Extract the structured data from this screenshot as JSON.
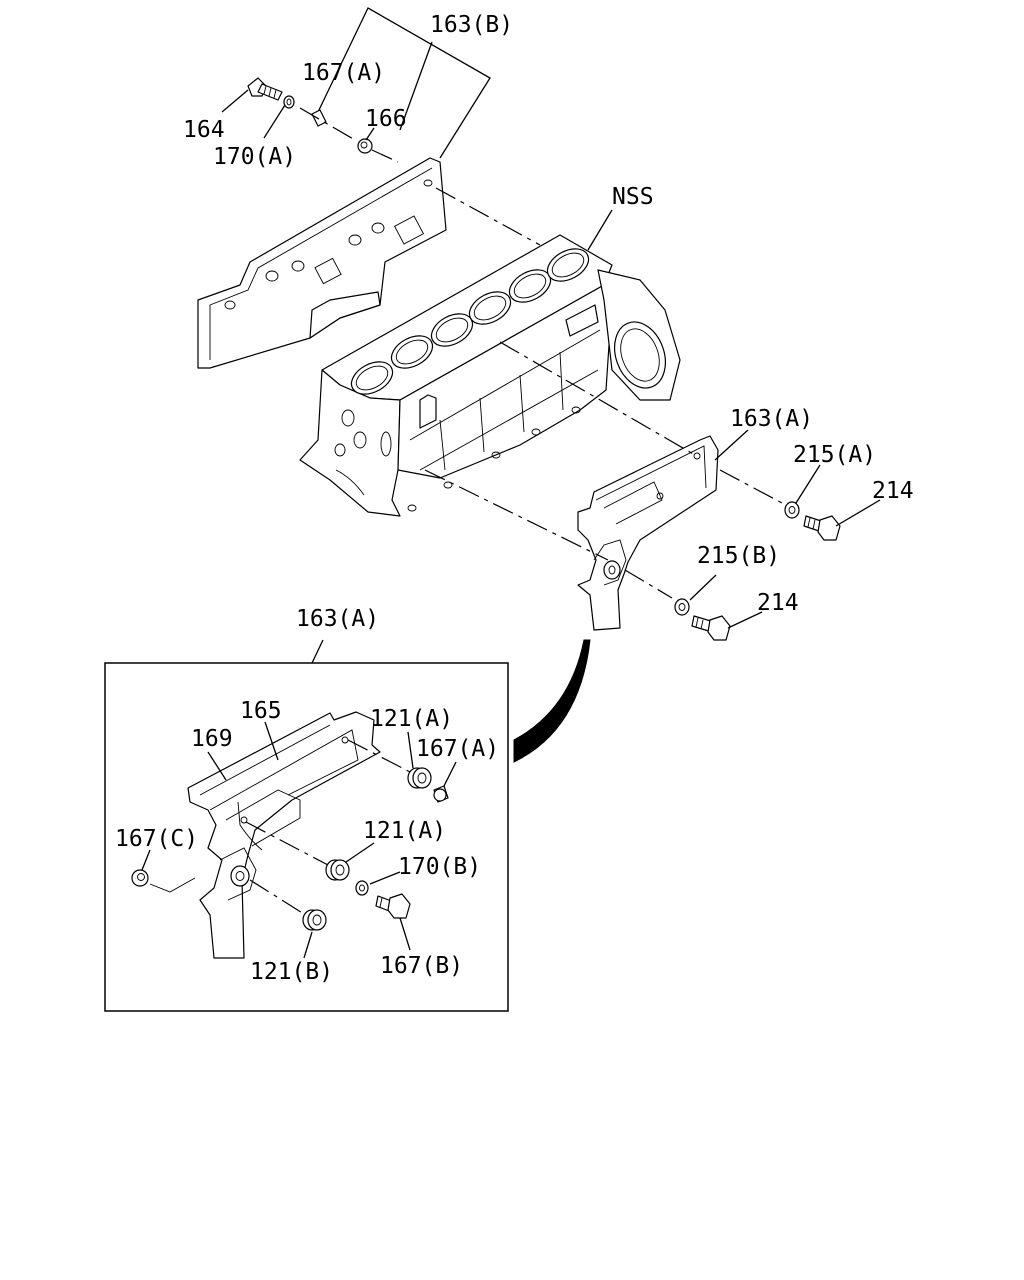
{
  "labels": {
    "l163b": "163(B)",
    "l167a_top": "167(A)",
    "l166": "166",
    "l164": "164",
    "l170a": "170(A)",
    "lnss": "NSS",
    "l163a_right": "163(A)",
    "l215a": "215(A)",
    "l214_a": "214",
    "l215b": "215(B)",
    "l214_b": "214",
    "l163a_detail": "163(A)",
    "l165": "165",
    "l169": "169",
    "l121a_top": "121(A)",
    "l167a_detail": "167(A)",
    "l167c": "167(C)",
    "l121a_mid": "121(A)",
    "l170b": "170(B)",
    "l121b": "121(B)",
    "l167b": "167(B)"
  }
}
